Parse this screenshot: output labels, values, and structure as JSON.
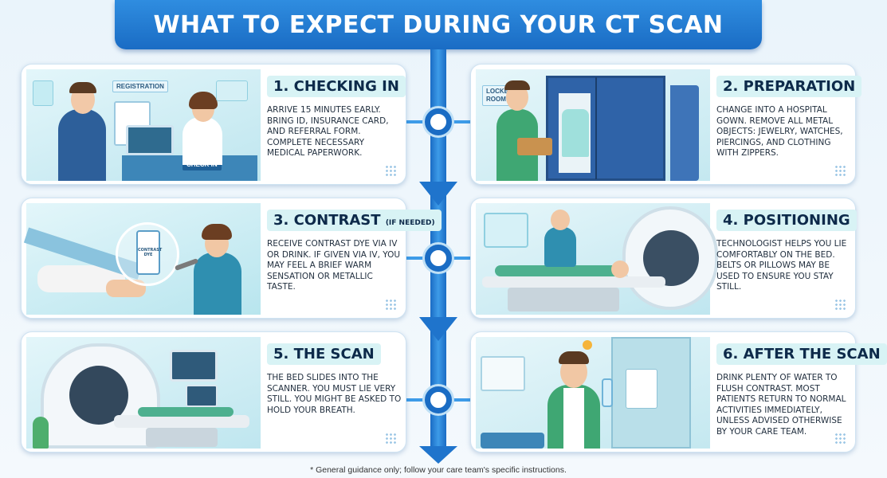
{
  "title": "WHAT TO EXPECT DURING YOUR CT SCAN",
  "steps": [
    {
      "title": "1. CHECKING IN",
      "title_suffix": "",
      "body": "ARRIVE 15 MINUTES EARLY. BRING ID, INSURANCE CARD, AND REFERRAL FORM. COMPLETE NECESSARY MEDICAL PAPERWORK.",
      "sign_top": "REGISTRATION",
      "sign_desk": "CHECK IN"
    },
    {
      "title": "2. PREPARATION",
      "title_suffix": "",
      "body": "CHANGE INTO A HOSPITAL GOWN. REMOVE ALL METAL OBJECTS: JEWELRY, WATCHES, PIERCINGS, AND CLOTHING WITH ZIPPERS.",
      "sign_room": "LOCKER ROOM"
    },
    {
      "title": "3. CONTRAST",
      "title_suffix": "(IF NEEDED)",
      "body": "RECEIVE CONTRAST DYE VIA IV OR DRINK. IF GIVEN VIA IV, YOU MAY FEEL A BRIEF WARM SENSATION OR METALLIC TASTE.",
      "bottle_label": "CONTRAST DYE"
    },
    {
      "title": "4. POSITIONING",
      "title_suffix": "",
      "body": "TECHNOLOGIST HELPS YOU LIE COMFORTABLY ON THE BED. BELTS OR PILLOWS MAY BE USED TO ENSURE YOU STAY STILL."
    },
    {
      "title": "5. THE SCAN",
      "title_suffix": "",
      "body": "THE BED SLIDES INTO THE SCANNER. YOU MUST LIE VERY STILL. YOU MIGHT BE ASKED TO HOLD YOUR BREATH."
    },
    {
      "title": "6. AFTER THE SCAN",
      "title_suffix": "",
      "body": "DRINK PLENTY OF WATER TO FLUSH CONTRAST. MOST PATIENTS RETURN TO NORMAL ACTIVITIES IMMEDIATELY, UNLESS ADVISED OTHERWISE BY YOUR CARE TEAM."
    }
  ],
  "footnote": "* General guidance only; follow your care team's specific instructions.",
  "colors": {
    "banner": "#1a6cc4",
    "accent": "#3d9be8",
    "title_highlight": "#d8f3f5",
    "illustration_bg": "#c6ebf2"
  },
  "icons": [
    "person-icon",
    "locker-icon",
    "syringe-icon",
    "ct-scanner-icon",
    "water-bottle-icon"
  ]
}
